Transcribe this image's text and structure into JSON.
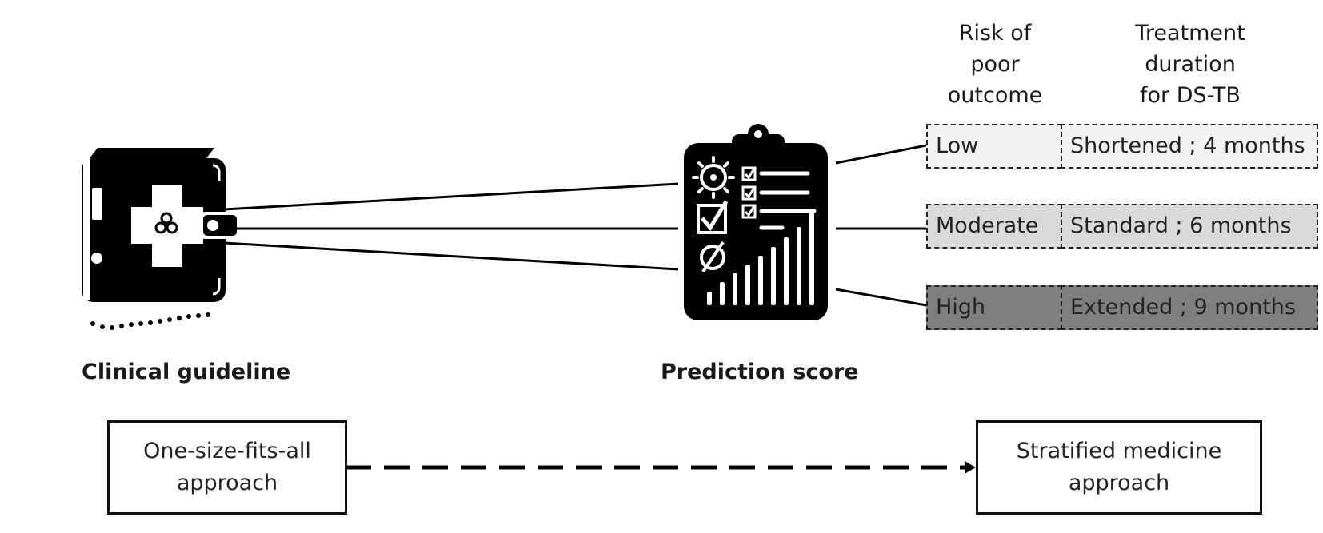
{
  "left_label": "Clinical guideline",
  "middle_label": "Prediction score",
  "table": {
    "headers": [
      [
        "Risk of",
        "poor",
        "outcome"
      ],
      [
        "Treatment",
        "duration",
        "for DS-TB"
      ]
    ],
    "rows": [
      {
        "risk": "Low",
        "treatment": "Shortened ; 4 months",
        "fill": "#f2f2f2"
      },
      {
        "risk": "Moderate",
        "treatment": "Standard ; 6 months",
        "fill": "#d9d9d9"
      },
      {
        "risk": "High",
        "treatment": "Extended ; 9 months",
        "fill": "#7f7f7f"
      }
    ]
  },
  "bottom": {
    "left_box": [
      "One-size-fits-all",
      "approach"
    ],
    "right_box": [
      "Stratified medicine",
      "approach"
    ]
  },
  "icons": {
    "book": "medical-guideline-book-icon",
    "clipboard": "prediction-clipboard-icon"
  }
}
